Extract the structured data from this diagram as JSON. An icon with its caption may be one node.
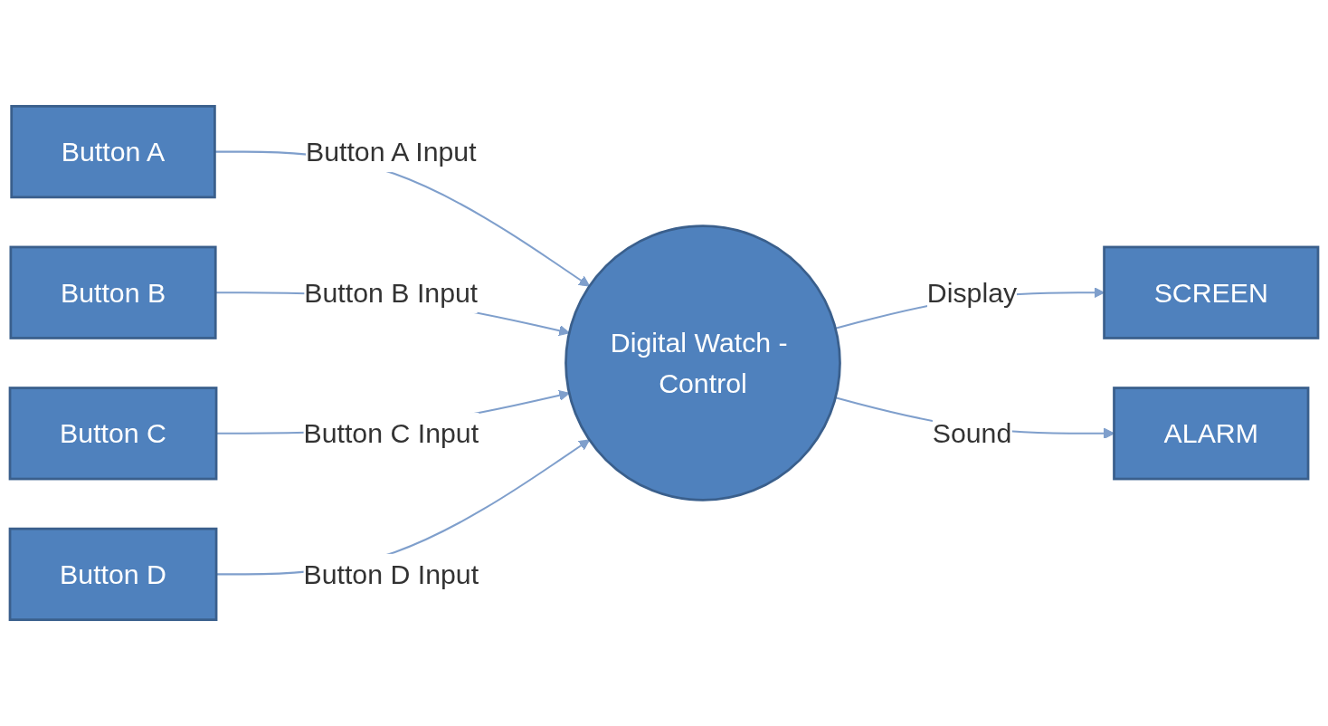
{
  "diagram": {
    "nodes": [
      {
        "text": [
          "Button A"
        ]
      },
      {
        "text": [
          "Button B"
        ]
      },
      {
        "text": [
          "Button C"
        ]
      },
      {
        "text": [
          "Button D"
        ]
      },
      {
        "text": [
          "Digital Watch - Control"
        ]
      },
      {
        "text": [
          "SCREEN"
        ]
      },
      {
        "text": [
          "ALARM"
        ]
      }
    ],
    "edges": [
      {
        "from": 0,
        "to": 4,
        "label": "Button A Input",
        "arrow": "to"
      },
      {
        "from": 1,
        "to": 4,
        "label": "Button B Input",
        "arrow": "to"
      },
      {
        "from": 2,
        "to": 4,
        "label": "Button C Input",
        "arrow": "to"
      },
      {
        "from": 3,
        "to": 4,
        "label": "Button D Input",
        "arrow": "to"
      },
      {
        "from": 4,
        "to": 5,
        "label": "Display",
        "arrow": "to"
      },
      {
        "from": 4,
        "to": 6,
        "label": "Sound",
        "arrow": "to"
      }
    ]
  }
}
